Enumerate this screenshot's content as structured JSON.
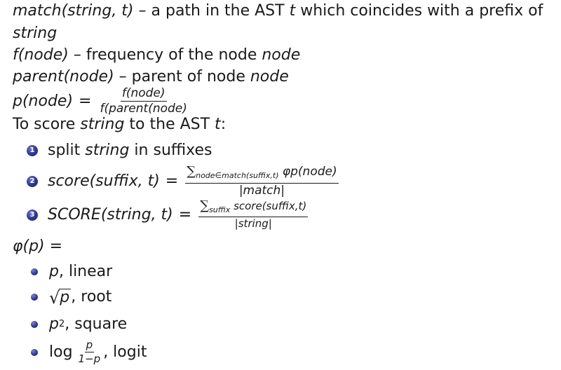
{
  "definitions": {
    "match": {
      "lhs": "match(string, t)",
      "desc_line1": " – a path in the AST ",
      "t": "t",
      "desc_line1_rest": " which coincides with a prefix of",
      "line2": "string"
    },
    "freq": {
      "lhs": "f(node)",
      "desc": " – frequency of the node ",
      "node": "node"
    },
    "parent": {
      "lhs": "parent(node)",
      "desc": " – parent of node ",
      "node": "node"
    },
    "prob": {
      "lhs": "p(node)",
      "eq": "=",
      "num": "f(node)",
      "den": "f(parent(node)"
    }
  },
  "scoring": {
    "intro_a": "To score ",
    "intro_string": "string",
    "intro_b": " to the AST ",
    "intro_t": "t",
    "intro_c": ":",
    "steps": [
      {
        "num": "1",
        "text_a": "split ",
        "text_i": "string",
        "text_b": " in suffixes"
      },
      {
        "num": "2",
        "lhs": "score(suffix, t)",
        "eq": "=",
        "sum": "∑",
        "sum_sub": "node∈match(suffix,t)",
        "num_rest": "φp(node)",
        "den": "|match|"
      },
      {
        "num": "3",
        "lhs": "SCORE(string, t)",
        "eq": "=",
        "sum": "∑",
        "sum_sub": "suffix",
        "num_rest": "score(suffix,t)",
        "den": "|string|"
      }
    ]
  },
  "phi": {
    "lhs": "φ(p) =",
    "items": [
      {
        "math": "p",
        "label": ", linear"
      },
      {
        "radical": "√",
        "math": "p",
        "label": ", root"
      },
      {
        "math": "p",
        "sup": "2",
        "label": ", square"
      },
      {
        "log": "log",
        "num": "p",
        "den": "1−p",
        "label": ", logit"
      }
    ]
  },
  "colors": {
    "text": "#1a1a1a",
    "bullet": "#2c3690"
  }
}
